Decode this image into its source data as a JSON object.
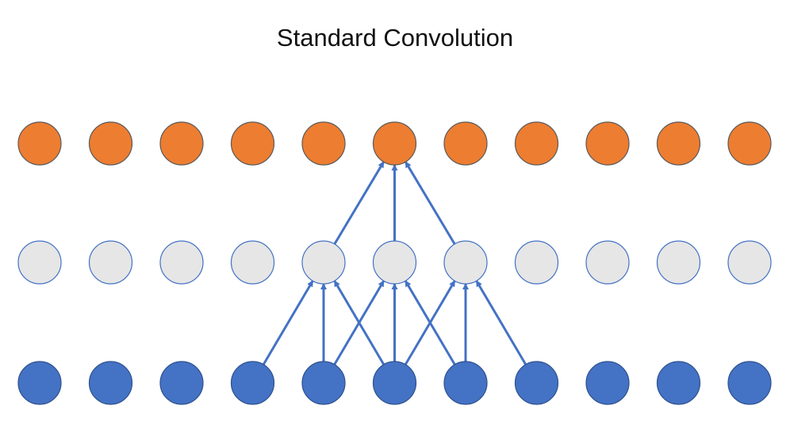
{
  "title": "Standard Convolution",
  "colors": {
    "output_fill": "#ED7D31",
    "output_stroke": "#5A5A5A",
    "hidden_fill": "#E6E6E6",
    "hidden_stroke": "#4472C4",
    "input_fill": "#4472C4",
    "input_stroke": "#2F528F",
    "arrow": "#4472C4",
    "title": "#111111"
  },
  "layers": [
    {
      "name": "output",
      "node_count": 11
    },
    {
      "name": "hidden",
      "node_count": 11
    },
    {
      "name": "input",
      "node_count": 11
    }
  ],
  "connections": [
    {
      "from_layer": "hidden",
      "from": 4,
      "to_layer": "output",
      "to": 5
    },
    {
      "from_layer": "hidden",
      "from": 5,
      "to_layer": "output",
      "to": 5
    },
    {
      "from_layer": "hidden",
      "from": 6,
      "to_layer": "output",
      "to": 5
    },
    {
      "from_layer": "input",
      "from": 3,
      "to_layer": "hidden",
      "to": 4
    },
    {
      "from_layer": "input",
      "from": 4,
      "to_layer": "hidden",
      "to": 4
    },
    {
      "from_layer": "input",
      "from": 5,
      "to_layer": "hidden",
      "to": 4
    },
    {
      "from_layer": "input",
      "from": 4,
      "to_layer": "hidden",
      "to": 5
    },
    {
      "from_layer": "input",
      "from": 5,
      "to_layer": "hidden",
      "to": 5
    },
    {
      "from_layer": "input",
      "from": 6,
      "to_layer": "hidden",
      "to": 5
    },
    {
      "from_layer": "input",
      "from": 5,
      "to_layer": "hidden",
      "to": 6
    },
    {
      "from_layer": "input",
      "from": 6,
      "to_layer": "hidden",
      "to": 6
    },
    {
      "from_layer": "input",
      "from": 7,
      "to_layer": "hidden",
      "to": 6
    }
  ]
}
